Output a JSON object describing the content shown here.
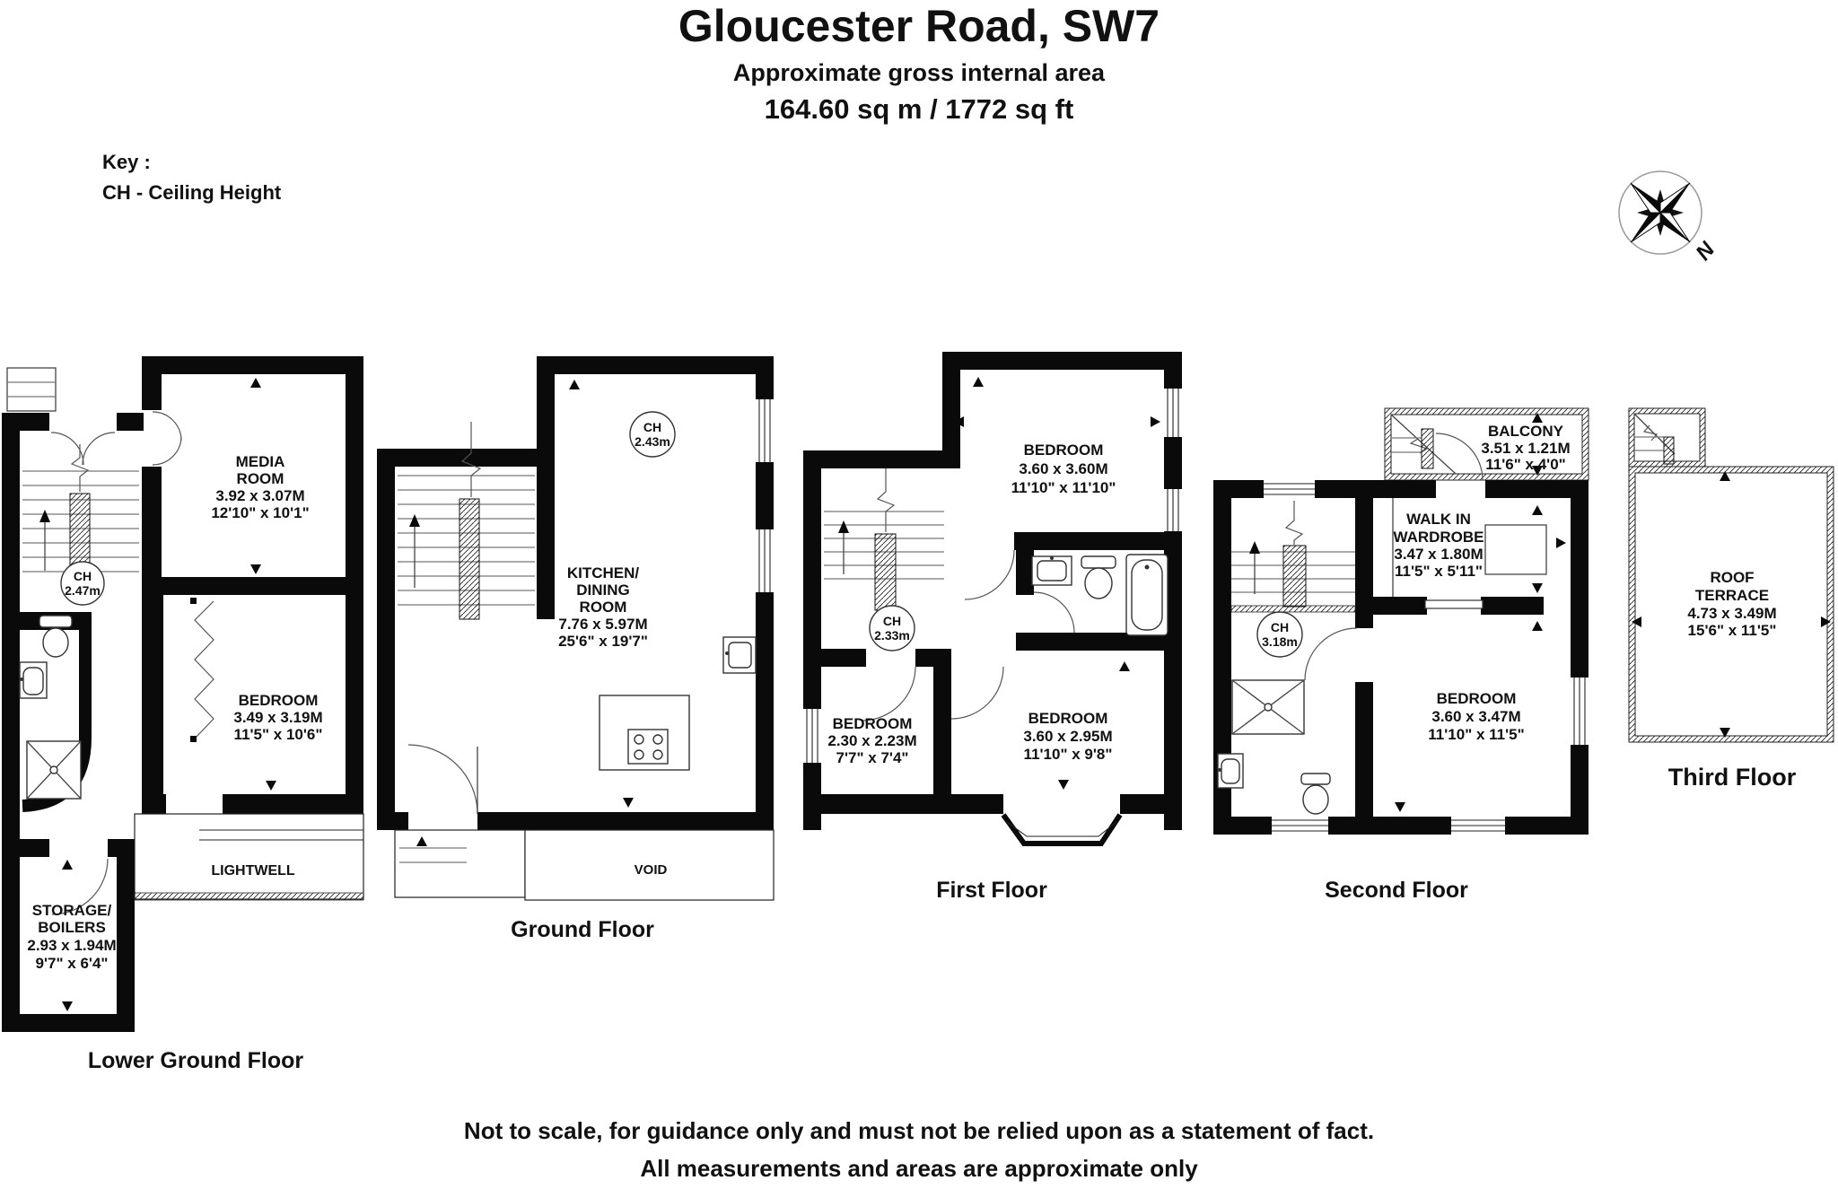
{
  "header": {
    "title": "Gloucester Road, SW7",
    "subtitle": "Approximate gross internal area",
    "area": "164.60 sq m / 1772 sq ft"
  },
  "key": {
    "title": "Key :",
    "entry": "CH - Ceiling Height"
  },
  "compass": {
    "north": "N"
  },
  "floors": {
    "lower_ground": {
      "caption": "Lower Ground Floor",
      "ch": {
        "label": "CH",
        "value": "2.47m"
      },
      "media_room": [
        "MEDIA",
        "ROOM",
        "3.92 x 3.07M",
        "12'10\" x 10'1\""
      ],
      "bedroom": [
        "BEDROOM",
        "3.49 x 3.19M",
        "11'5\" x 10'6\""
      ],
      "storage": [
        "STORAGE/",
        "BOILERS",
        "2.93 x 1.94M",
        "9'7\" x 6'4\""
      ],
      "lightwell": "LIGHTWELL"
    },
    "ground": {
      "caption": "Ground Floor",
      "ch": {
        "label": "CH",
        "value": "2.43m"
      },
      "kitchen": [
        "KITCHEN/",
        "DINING",
        "ROOM",
        "7.76 x 5.97M",
        "25'6\" x 19'7\""
      ],
      "void": "VOID"
    },
    "first": {
      "caption": "First Floor",
      "ch": {
        "label": "CH",
        "value": "2.33m"
      },
      "bedroom_top": [
        "BEDROOM",
        "3.60 x 3.60M",
        "11'10\" x 11'10\""
      ],
      "bedroom_small": [
        "BEDROOM",
        "2.30 x 2.23M",
        "7'7\" x 7'4\""
      ],
      "bedroom_right": [
        "BEDROOM",
        "3.60 x 2.95M",
        "11'10\" x 9'8\""
      ]
    },
    "second": {
      "caption": "Second Floor",
      "ch": {
        "label": "CH",
        "value": "3.18m"
      },
      "balcony": [
        "BALCONY",
        "3.51 x 1.21M",
        "11'6\" x 4'0\""
      ],
      "wardrobe": [
        "WALK IN",
        "WARDROBE",
        "3.47 x 1.80M",
        "11'5\" x 5'11\""
      ],
      "bedroom": [
        "BEDROOM",
        "3.60 x 3.47M",
        "11'10\" x 11'5\""
      ]
    },
    "third": {
      "caption": "Third Floor",
      "roof_terrace": [
        "ROOF",
        "TERRACE",
        "4.73 x 3.49M",
        "15'6\" x 11'5\""
      ]
    }
  },
  "footer": {
    "line1": "Not to scale, for guidance only and must not be relied upon as a statement of fact.",
    "line2": "All measurements and areas are approximate only"
  }
}
